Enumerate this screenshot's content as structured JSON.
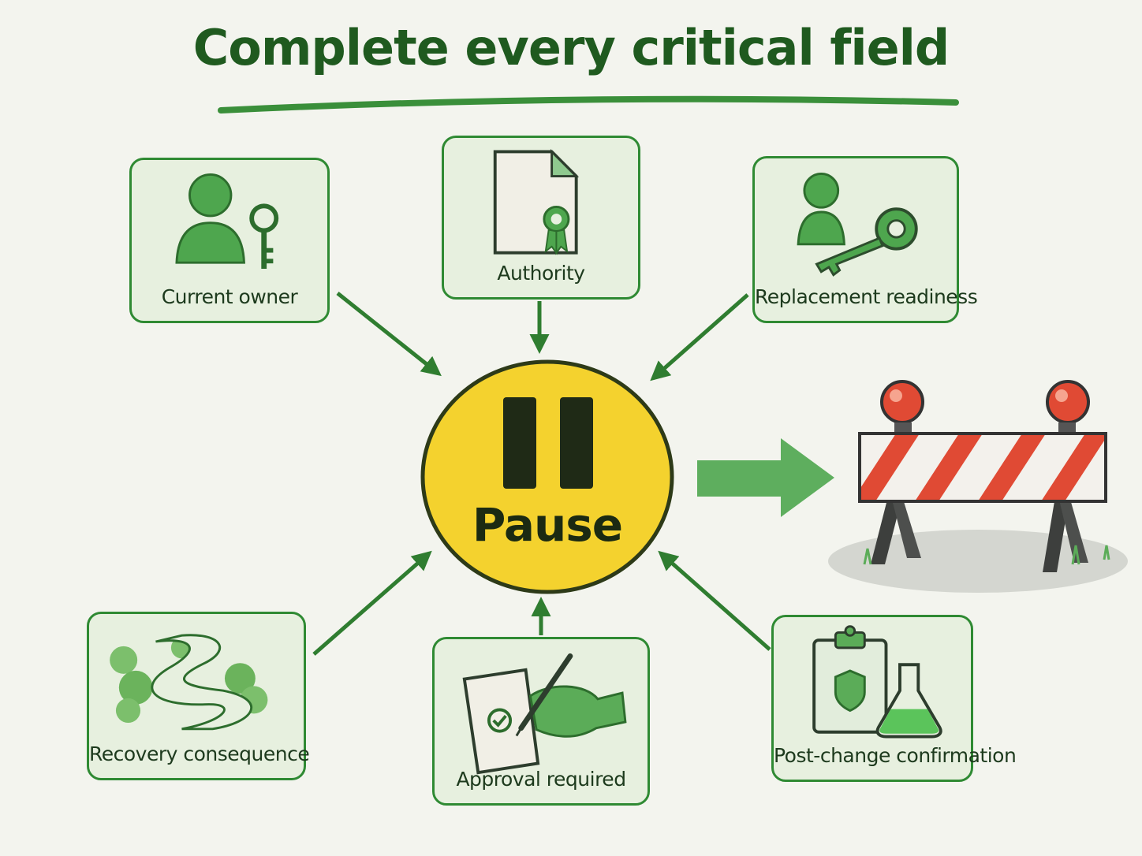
{
  "title": "Complete every critical field",
  "center": {
    "label": "Pause",
    "icon": "pause-icon"
  },
  "fields": [
    {
      "id": "current-owner",
      "label": "Current owner",
      "icon": "person-key-icon"
    },
    {
      "id": "authority",
      "label": "Authority",
      "icon": "certificate-document-icon"
    },
    {
      "id": "replacement-readiness",
      "label": "Replacement readiness",
      "icon": "person-large-key-icon"
    },
    {
      "id": "recovery-consequence",
      "label": "Recovery consequence",
      "icon": "winding-path-icon"
    },
    {
      "id": "approval-required",
      "label": "Approval required",
      "icon": "hand-signing-approval-icon"
    },
    {
      "id": "post-change-confirmation",
      "label": "Post-change confirmation",
      "icon": "clipboard-flask-icon"
    }
  ],
  "outcome": {
    "icon": "road-barrier-icon"
  },
  "colors": {
    "card_border": "#2f8a33",
    "card_fill": "#e7f0df",
    "title": "#1f5a1f",
    "pause_fill": "#f4d22e",
    "barrier_red": "#e04a34"
  }
}
